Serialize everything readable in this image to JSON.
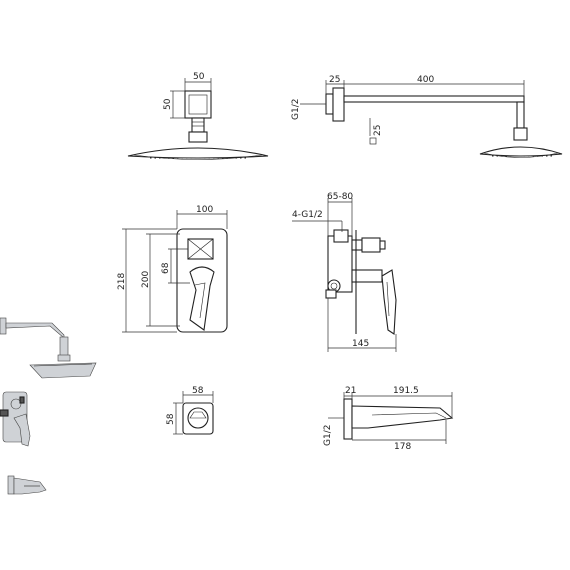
{
  "dimensions": {
    "head_width": "50",
    "head_height": "50",
    "arm_offset": "25",
    "arm_length": "400",
    "arm_thread": "G1/2",
    "arm_square": "25",
    "plate_width": "100",
    "plate_height_outer": "218",
    "plate_height_inner": "200",
    "lever_offset": "68",
    "valve_span": "65-80",
    "valve_inlets": "4-G1/2",
    "valve_depth": "145",
    "spout_plate_width": "58",
    "spout_plate_height": "58",
    "spout_offset": "21",
    "spout_length": "191.5",
    "spout_reach": "178",
    "spout_thread": "G1/2"
  }
}
